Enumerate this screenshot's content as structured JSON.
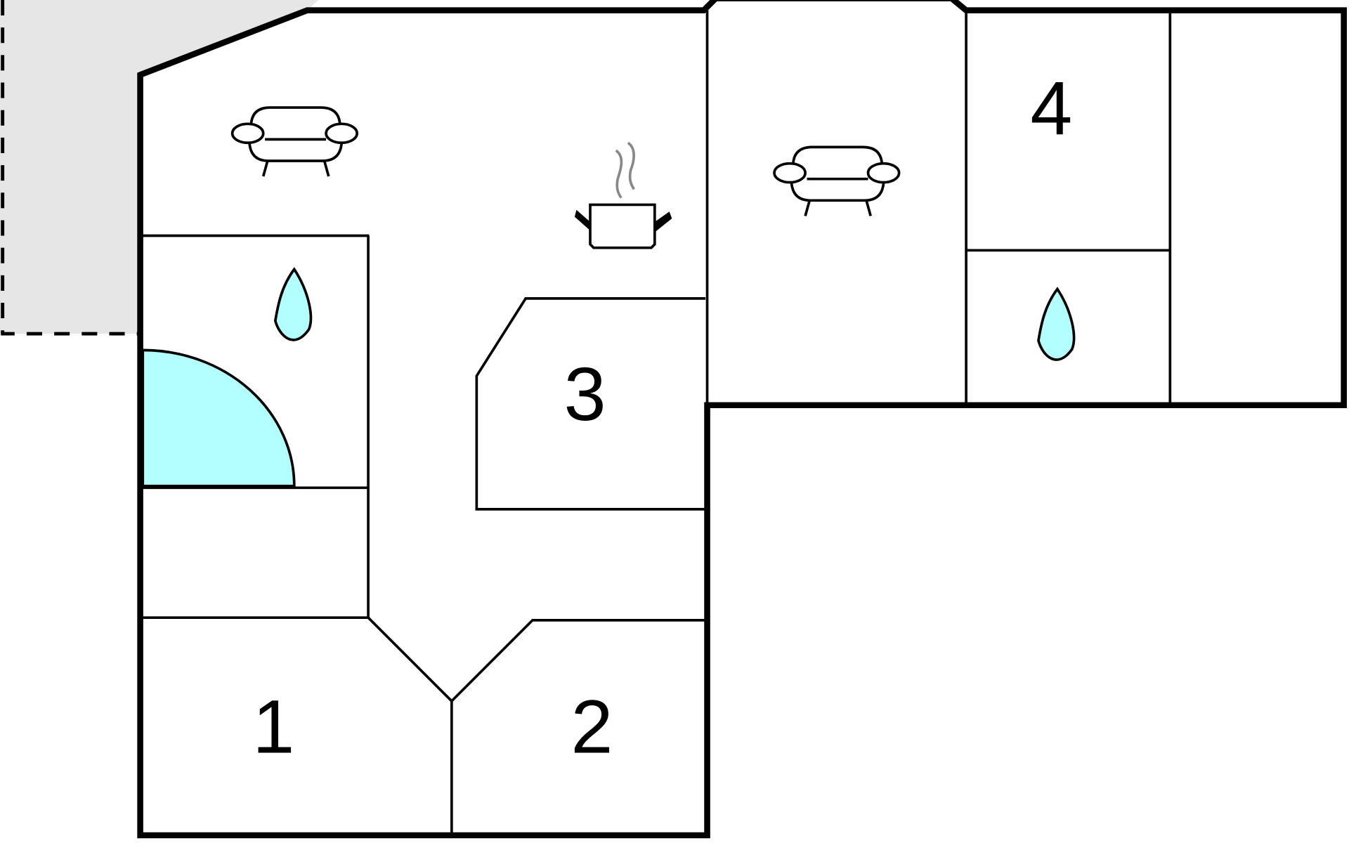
{
  "title": "Floor plan",
  "colors": {
    "water": "#b3ffff",
    "outside": "#e6e6e6",
    "wall": "#000000",
    "steam": "#888888"
  },
  "rooms": [
    {
      "label": "1",
      "type": "bedroom"
    },
    {
      "label": "2",
      "type": "bedroom"
    },
    {
      "label": "3",
      "type": "bedroom"
    },
    {
      "label": "4",
      "type": "bedroom"
    }
  ],
  "icons": [
    "sofa-icon",
    "sofa-icon",
    "cooking-pot-icon",
    "water-drop-icon",
    "water-drop-icon",
    "pool-icon"
  ]
}
